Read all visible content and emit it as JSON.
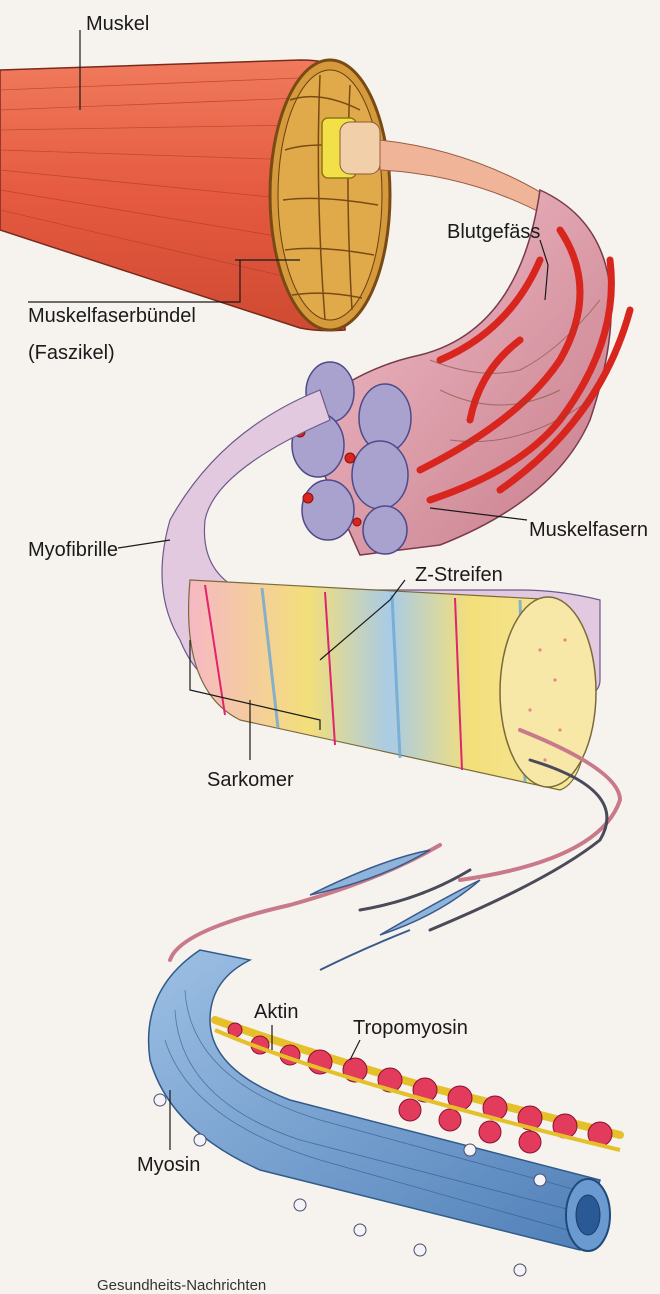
{
  "labels": {
    "muskel": "Muskel",
    "muskelfaserbuendel": "Muskelfaserbündel",
    "faszikel": "(Faszikel)",
    "blutgefaess": "Blutgefäss",
    "muskelfasern": "Muskelfasern",
    "myofibrille": "Myofibrille",
    "z_streifen": "Z-Streifen",
    "sarkomer": "Sarkomer",
    "aktin": "Aktin",
    "tropomyosin": "Tropomyosin",
    "myosin": "Myosin"
  },
  "footer": "Gesundheits-Nachrichten",
  "colors": {
    "muscle": "#e8644a",
    "fascicle": "#d9a24a",
    "vessel": "#d8251d",
    "fiber": "#a9a2cf",
    "myofibril": "#f2d66a",
    "z_line": "#e0246e",
    "filament_blue": "#8fb4dc",
    "actin": "#e33b5b",
    "tropomyosin": "#e6c02a"
  }
}
